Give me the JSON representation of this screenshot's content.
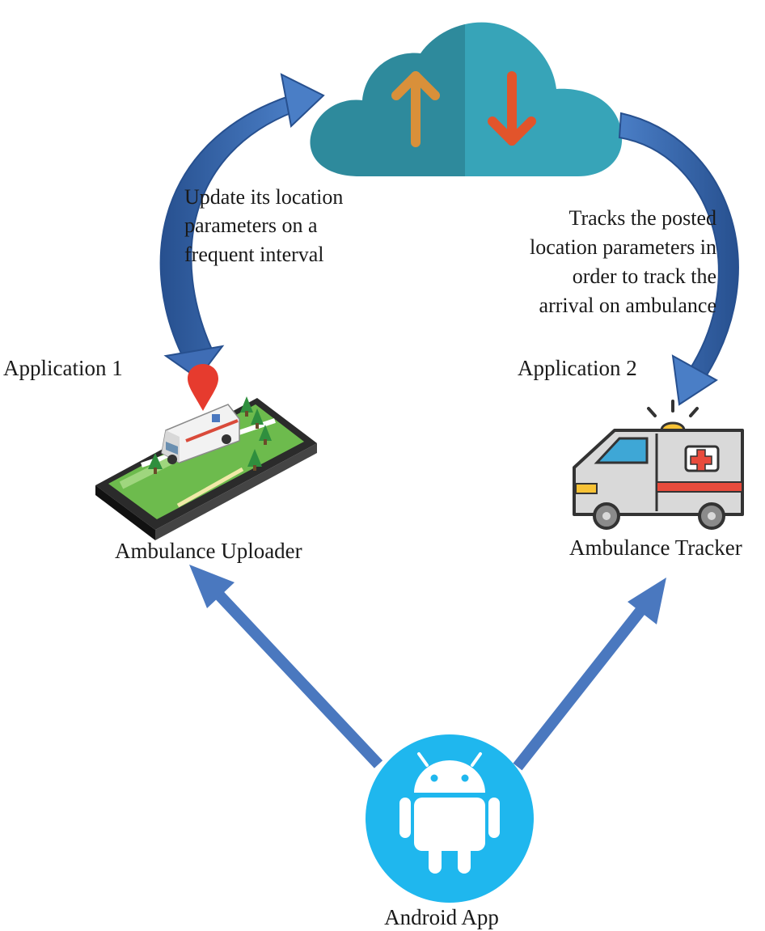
{
  "cloud": {
    "upload_arrow_color": "#d9903a",
    "download_arrow_color": "#e2542b",
    "color_left": "#2e8a9c",
    "color_right": "#37a4b8"
  },
  "left_app": {
    "application_label": "Application  1",
    "name": "Ambulance  Uploader",
    "note_lines": [
      "Update its location",
      "parameters  on  a",
      "frequent  interval"
    ]
  },
  "right_app": {
    "application_label": "Application  2",
    "name": "Ambulance  Tracker",
    "note_lines": [
      "Tracks the posted",
      "location parameters  in",
      "order to track the",
      "arrival on ambulance"
    ]
  },
  "center": {
    "name": "Android App",
    "badge_color": "#1fb7ee"
  },
  "colors": {
    "flow_arrow": "#4a78bf",
    "curved_arrow": "#3f6db5",
    "curved_arrow_dark": "#27508f"
  }
}
